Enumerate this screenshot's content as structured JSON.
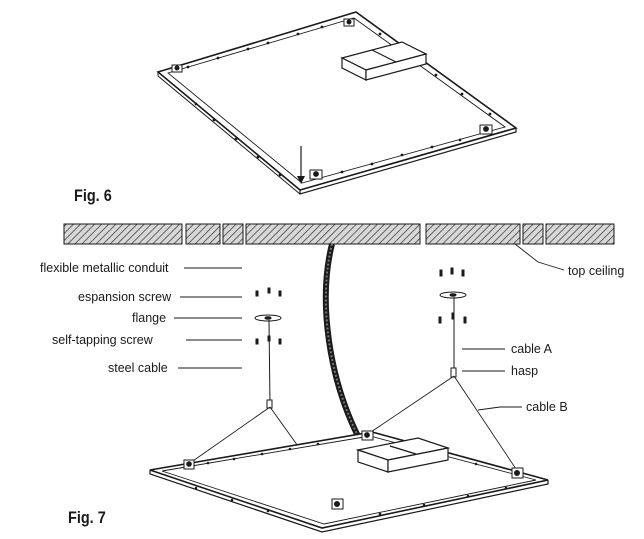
{
  "fig6": {
    "label": "Fig. 6"
  },
  "fig7": {
    "label": "Fig. 7",
    "left_labels": {
      "conduit": "flexible metallic conduit",
      "screw": "espansion screw",
      "flange": "flange",
      "self_tapping": "self-tapping screw",
      "steel_cable": "steel cable"
    },
    "right_labels": {
      "top_ceiling": "top ceiling",
      "cable_a": "cable A",
      "hasp": "hasp",
      "cable_b": "cable B"
    }
  },
  "colors": {
    "line": "#1a1a1a",
    "hatch": "#555555",
    "panel_fill": "#ffffff"
  }
}
